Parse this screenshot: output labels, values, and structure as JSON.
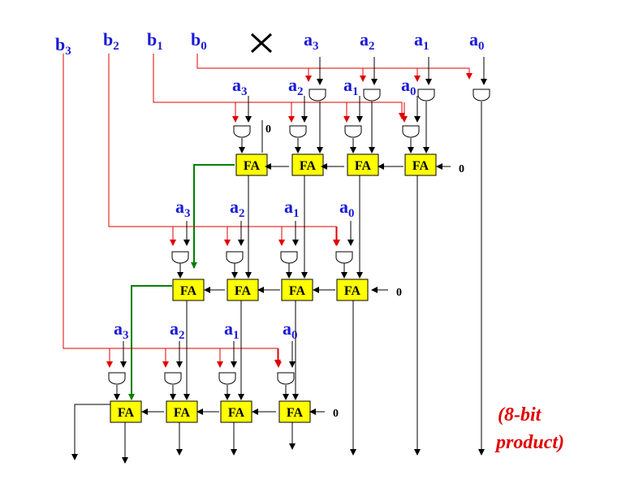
{
  "title": "",
  "inputs": {
    "b": [
      {
        "base": "b",
        "sub": "3"
      },
      {
        "base": "b",
        "sub": "2"
      },
      {
        "base": "b",
        "sub": "1"
      },
      {
        "base": "b",
        "sub": "0"
      }
    ],
    "times_symbol": "×",
    "a": [
      {
        "base": "a",
        "sub": "3"
      },
      {
        "base": "a",
        "sub": "2"
      },
      {
        "base": "a",
        "sub": "1"
      },
      {
        "base": "a",
        "sub": "0"
      }
    ]
  },
  "rows": [
    {
      "a_labels": [
        "3",
        "2",
        "1",
        "0"
      ]
    },
    {
      "a_labels": [
        "3",
        "2",
        "1",
        "0"
      ]
    },
    {
      "a_labels": [
        "3",
        "2",
        "1",
        "0"
      ]
    }
  ],
  "a_base": "a",
  "fa_label": "FA",
  "zero_label": "0",
  "product_note": {
    "line1": "(8-bit",
    "line2": "product)"
  },
  "colors": {
    "fa_fill": "#ffff00",
    "b_line": "#e00000",
    "carry_line": "#008000",
    "label": "#1a1ad6",
    "note": "#e00000"
  }
}
